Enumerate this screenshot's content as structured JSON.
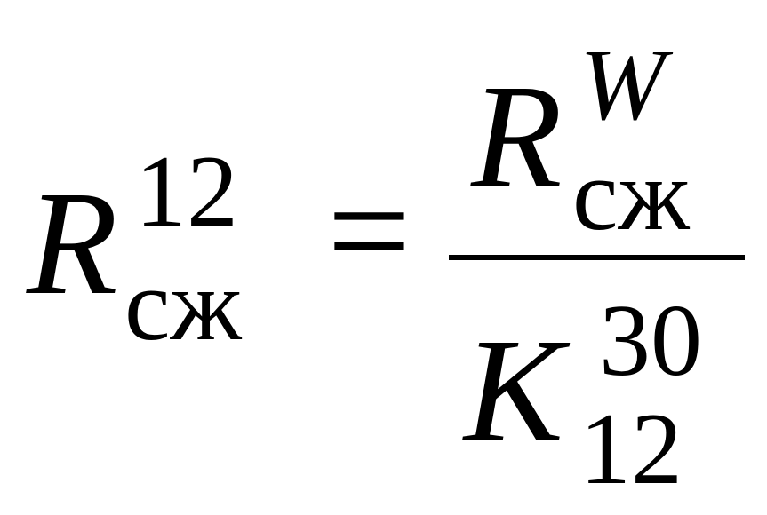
{
  "formula": {
    "lhs": {
      "base": "R",
      "subscript": "сж",
      "superscript": "12"
    },
    "operator": "=",
    "rhs": {
      "numerator": {
        "base": "R",
        "subscript": "сж",
        "superscript": "W"
      },
      "denominator": {
        "base": "K",
        "subscript": "12",
        "superscript": "30"
      }
    }
  }
}
